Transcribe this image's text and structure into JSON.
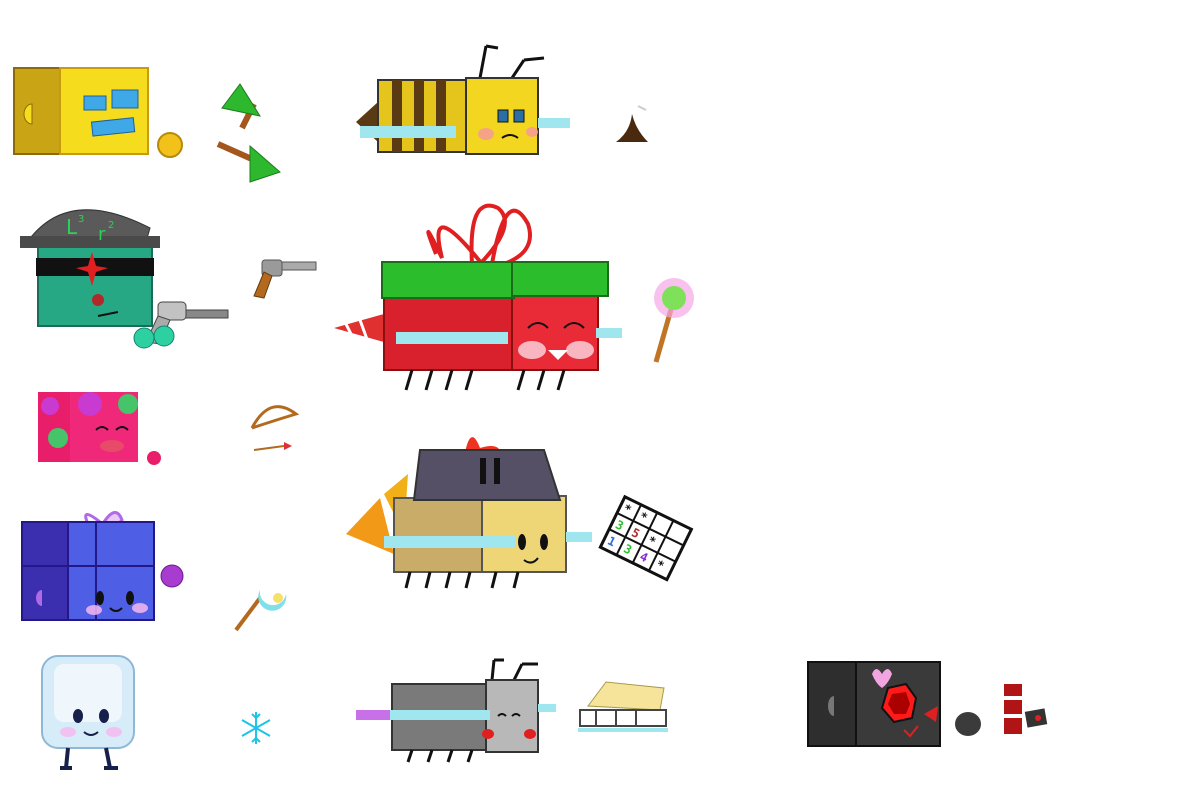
{
  "canvas": {
    "background": "#ffffff"
  },
  "sprites": [
    {
      "name": "yellow-puzzle-cube",
      "icon": "cube-icon",
      "colors": [
        "#e9c214",
        "#f5dd1e",
        "#3fa8e6",
        "#c89a10"
      ]
    },
    {
      "name": "yellow-ball",
      "icon": "ball-icon",
      "colors": [
        "#f2c21a"
      ]
    },
    {
      "name": "green-arrows",
      "icon": "arrow-icon",
      "colors": [
        "#2db82d",
        "#a4561c"
      ]
    },
    {
      "name": "bee-cube",
      "icon": "bee-icon",
      "colors": [
        "#f3d61f",
        "#5a3a12",
        "#7fe0ea"
      ]
    },
    {
      "name": "chocolate-chip",
      "icon": "stinger-icon",
      "colors": [
        "#4a2a0f"
      ]
    },
    {
      "name": "gangster-green-cube",
      "icon": "cube-icon",
      "colors": [
        "#27a884",
        "#555555",
        "#2dd05a",
        "#111111",
        "#e02020"
      ]
    },
    {
      "name": "gangster-revolver",
      "icon": "revolver-icon",
      "colors": [
        "#888888",
        "#c2c2c2"
      ]
    },
    {
      "name": "small-revolver",
      "icon": "revolver-icon",
      "colors": [
        "#9a9a9a",
        "#b36a1e"
      ]
    },
    {
      "name": "gift-cube",
      "icon": "gift-icon",
      "colors": [
        "#d8212c",
        "#2bbd2b",
        "#e03030"
      ]
    },
    {
      "name": "lollipop-wand",
      "icon": "wand-icon",
      "colors": [
        "#f6a6e6",
        "#7fe05a",
        "#c07424"
      ]
    },
    {
      "name": "pink-splatter-cube",
      "icon": "cube-icon",
      "colors": [
        "#e81e6a",
        "#c83ad0",
        "#46c46a"
      ]
    },
    {
      "name": "bow-and-arrow",
      "icon": "bow-icon",
      "colors": [
        "#b36a1e",
        "#e03030"
      ]
    },
    {
      "name": "armored-cube",
      "icon": "knight-icon",
      "colors": [
        "#c9ac68",
        "#555066",
        "#ee3322",
        "#f29a18",
        "#eed576"
      ]
    },
    {
      "name": "minesweeper-grid",
      "icon": "grid-icon",
      "colors": [
        "#111111",
        "#ffffff",
        "#2dbd2d",
        "#2d6ae0",
        "#b02a2a"
      ]
    },
    {
      "name": "purple-gift-cube",
      "icon": "gift-icon",
      "colors": [
        "#4e3fd6",
        "#3b2fb0",
        "#b06ae6",
        "#a93cd0"
      ]
    },
    {
      "name": "moon-wand",
      "icon": "wand-icon",
      "colors": [
        "#7fe0ea",
        "#f5e06a",
        "#b36a1e"
      ]
    },
    {
      "name": "ice-cube",
      "icon": "ice-icon",
      "colors": [
        "#d6ecf9",
        "#ffffff",
        "#16204a"
      ]
    },
    {
      "name": "snowflake",
      "icon": "snowflake-icon",
      "colors": [
        "#1ec4e8"
      ]
    },
    {
      "name": "robot-gray-cube",
      "icon": "cube-icon",
      "colors": [
        "#7a7a7a",
        "#b8b8b8",
        "#c870e8",
        "#7fe0ea"
      ]
    },
    {
      "name": "toaster",
      "icon": "toaster-icon",
      "colors": [
        "#f5e49a",
        "#cccccc"
      ]
    },
    {
      "name": "dark-eye-cube",
      "icon": "cube-icon",
      "colors": [
        "#333333",
        "#ff1a1a",
        "#f2a5e0"
      ]
    },
    {
      "name": "dark-ball",
      "icon": "ball-icon",
      "colors": [
        "#3b3b3b"
      ]
    },
    {
      "name": "red-tnt",
      "icon": "tnt-icon",
      "colors": [
        "#b01414",
        "#333333"
      ]
    }
  ]
}
